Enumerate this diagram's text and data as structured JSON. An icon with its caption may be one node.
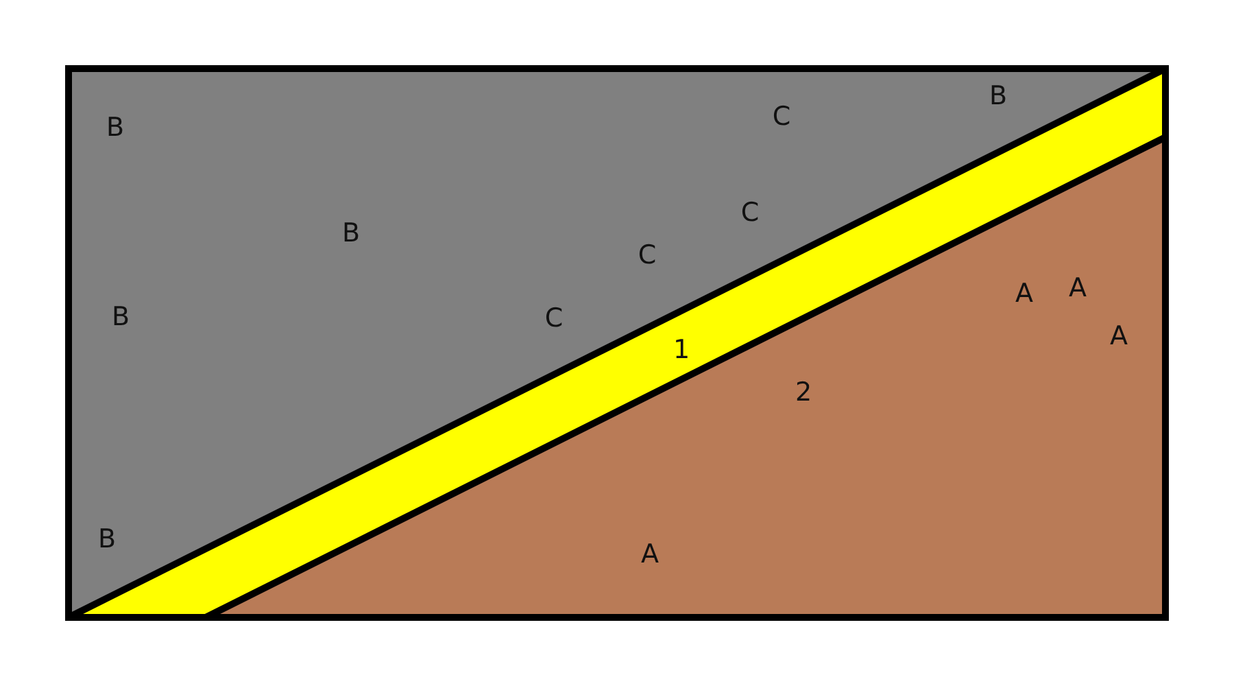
{
  "diagram": {
    "labels": [
      "B",
      "B",
      "C",
      "C",
      "B",
      "C",
      "A",
      "A",
      "B",
      "C",
      "A",
      "1",
      "2",
      "B",
      "A"
    ]
  }
}
